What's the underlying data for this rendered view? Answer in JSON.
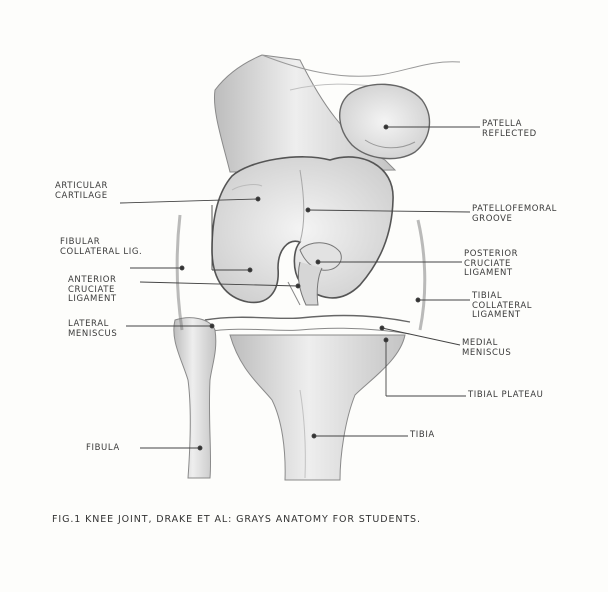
{
  "labels": {
    "patella": "PATELLA\nREFLECTED",
    "articular_cartilage": "ARTICULAR\nCARTILAGE",
    "patellofemoral_groove": "PATELLOFEMORAL\nGROOVE",
    "fibular_collateral": "FIBULAR\nCOLLATERAL LIG.",
    "posterior_cruciate": "POSTERIOR\nCRUCIATE\nLIGAMENT",
    "anterior_cruciate": "ANTERIOR\nCRUCIATE\nLIGAMENT",
    "tibial_collateral": "TIBIAL\nCOLLATERAL\nLIGAMENT",
    "lateral_meniscus": "LATERAL\nMENISCUS",
    "medial_meniscus": "MEDIAL\nMENISCUS",
    "tibial_plateau": "TIBIAL PLATEAU",
    "fibula": "FIBULA",
    "tibia": "TIBIA"
  },
  "caption": "FIG.1   KNEE JOINT,  DRAKE ET AL: GRAYS ANATOMY FOR STUDENTS."
}
